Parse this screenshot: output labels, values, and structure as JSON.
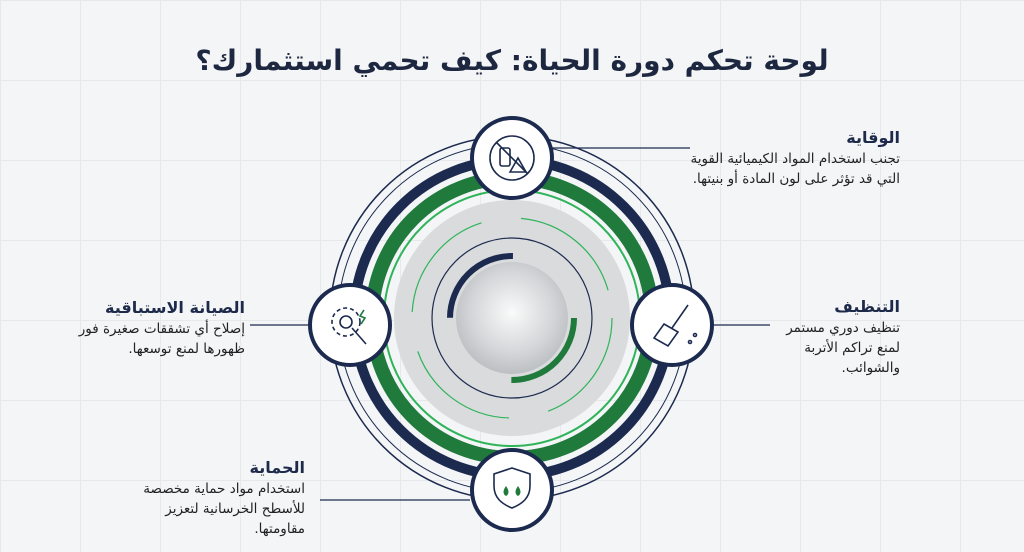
{
  "title": "لوحة تحكم دورة الحياة: كيف تحمي استثمارك؟",
  "colors": {
    "navy": "#1b2a4e",
    "green": "#1f7a3c",
    "accent": "#2fb45a"
  },
  "stages": [
    {
      "icon": "no-chemicals-icon",
      "title": "الوقاية",
      "desc": "تجنب استخدام المواد الكيميائية القوية التي قد تؤثر على لون المادة أو بنيتها."
    },
    {
      "icon": "broom-icon",
      "title": "التنظيف",
      "desc": "تنظيف دوري مستمر لمنع تراكم الأتربة والشوائب."
    },
    {
      "icon": "shield-drops-icon",
      "title": "الحماية",
      "desc": "استخدام مواد حماية مخصصة للأسطح الخرسانية لتعزيز مقاومتها."
    },
    {
      "icon": "gear-wrench-icon",
      "title": "الصيانة الاستباقية",
      "desc": "إصلاح أي تشققات صغيرة فور ظهورها لمنع توسعها."
    }
  ]
}
